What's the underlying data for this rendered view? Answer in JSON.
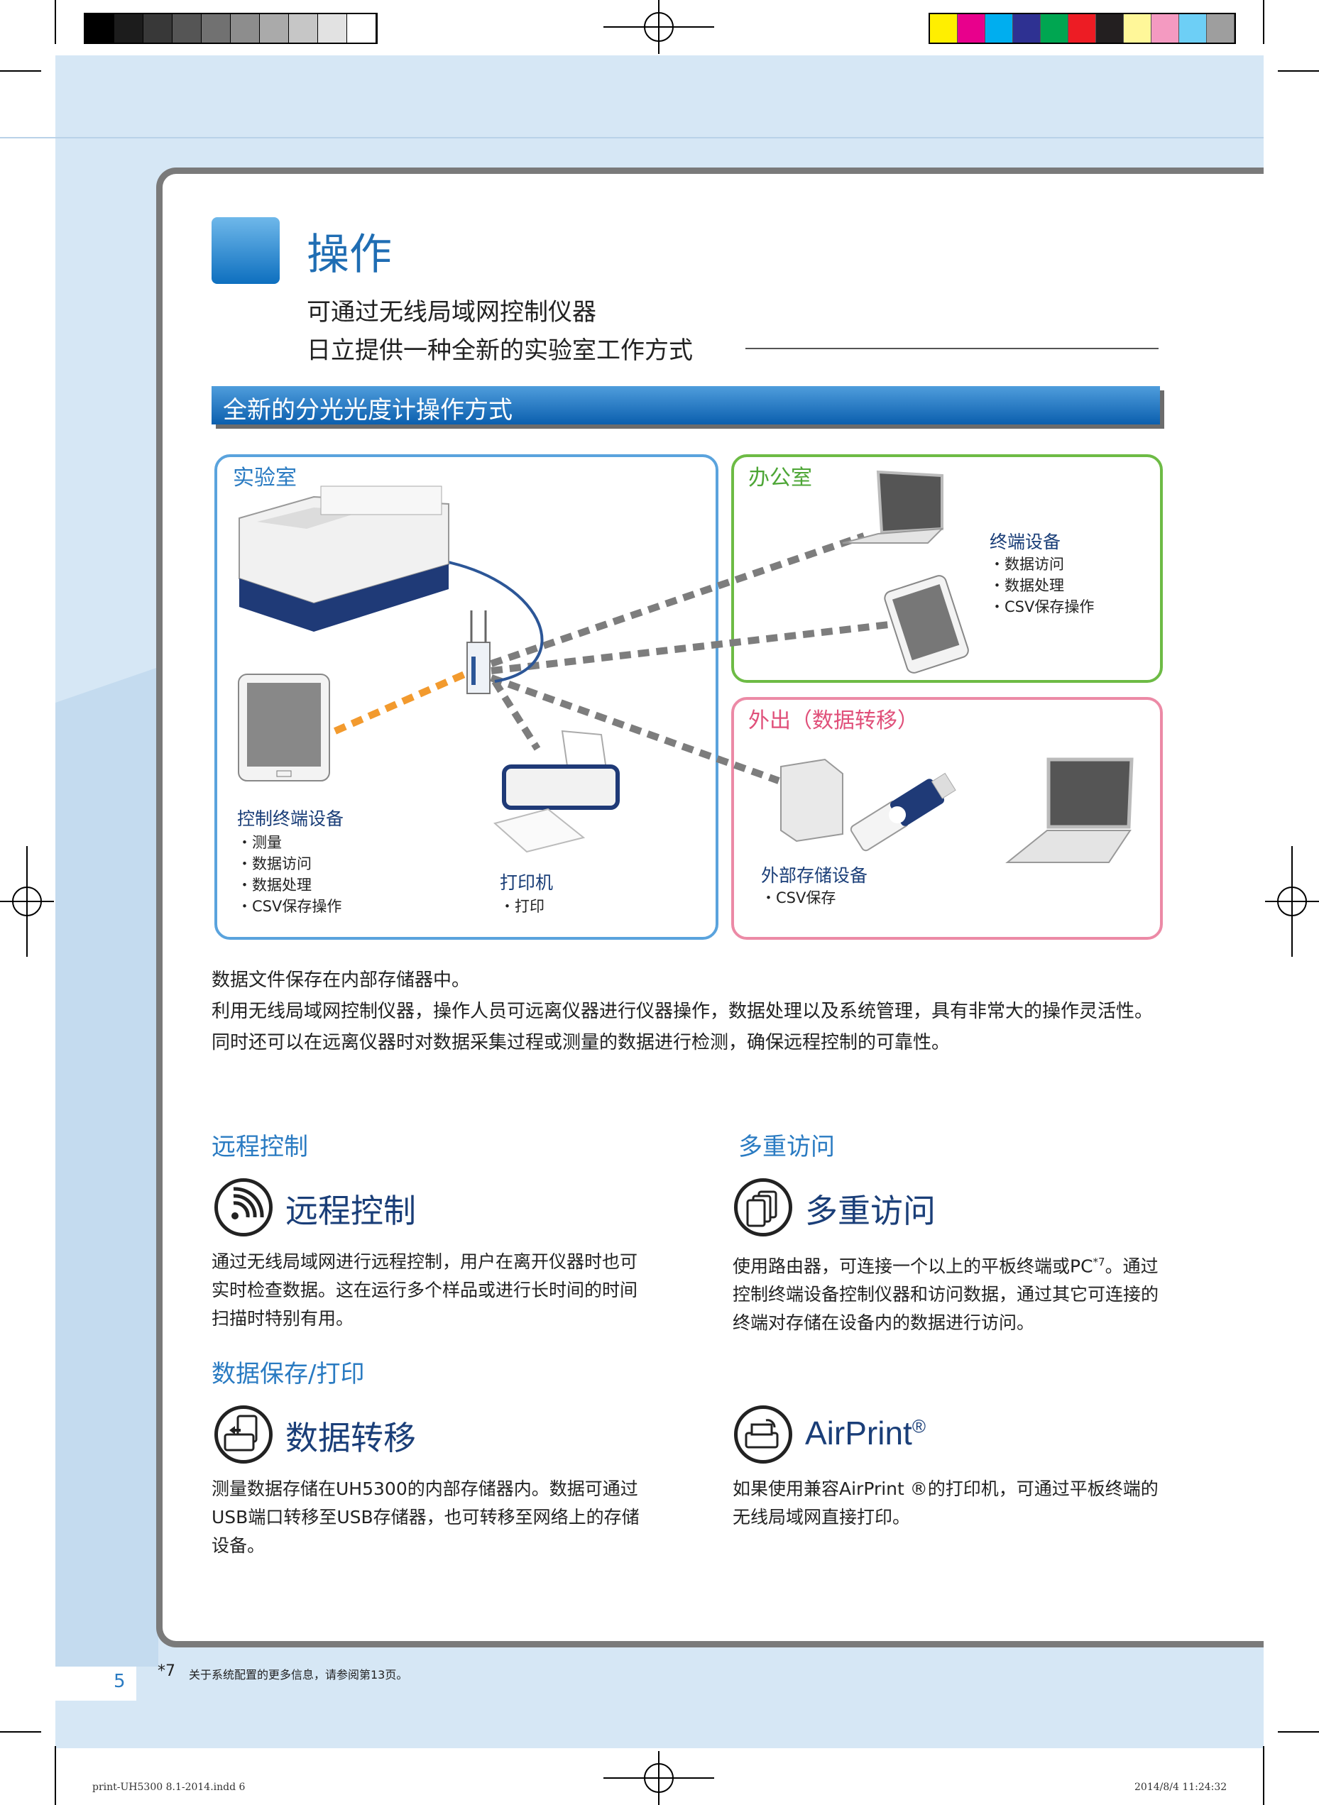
{
  "color_bar_right": [
    "#ffef00",
    "#e8008c",
    "#00aeef",
    "#2e3192",
    "#00a651",
    "#ed1c24",
    "#231f20",
    "#fff799",
    "#f49ac1",
    "#6dcff6",
    "#9e9e9e"
  ],
  "gray_bar": [
    "#000000",
    "#1c1c1c",
    "#383838",
    "#555555",
    "#717171",
    "#8d8d8d",
    "#aaaaaa",
    "#c6c6c6",
    "#e2e2e2",
    "#ffffff"
  ],
  "header": {
    "title": "操作",
    "subtitle_1": "可通过无线局域网控制仪器",
    "subtitle_2": "日立提供一种全新的实验室工作方式"
  },
  "banner": "全新的分光光度计操作方式",
  "diagram": {
    "lab": {
      "title": "实验室",
      "control_terminal": "控制终端设备",
      "control_bullets": "・测量\n・数据访问\n・数据处理\n・CSV保存操作",
      "printer": "打印机",
      "printer_bullets": "・打印"
    },
    "office": {
      "title": "办公室",
      "terminal": "终端设备",
      "terminal_bullets": "・数据访问\n・数据处理\n・CSV保存操作"
    },
    "outside": {
      "title": "外出（数据转移）",
      "storage": "外部存储设备",
      "storage_bullets": "・CSV保存"
    }
  },
  "paragraph": [
    "数据文件保存在内部存储器中。",
    "利用无线局域网控制仪器，操作人员可远离仪器进行仪器操作，数据处理以及系统管理，具有非常大的操作灵活性。",
    "同时还可以在远离仪器时对数据采集过程或测量的数据进行检测，确保远程控制的可靠性。"
  ],
  "features": {
    "remote": {
      "section": "远程控制",
      "title": "远程控制",
      "icon": "wifi-signal-icon",
      "body": "通过无线局域网进行远程控制，用户在离开仪器时也可实时检查数据。这在运行多个样品或进行长时间的时间扫描时特别有用。"
    },
    "multi": {
      "section": "多重访问",
      "title": "多重访问",
      "icon": "multi-tablet-icon",
      "body_1": "使用路由器，可连接一个以上的平板终端或PC",
      "body_sup": "*7",
      "body_2": "。通过控制终端设备控制仪器和访问数据，通过其它可连接的终端对存储在设备内的数据进行访问。"
    },
    "transfer": {
      "section": "数据保存/打印",
      "title": "数据转移",
      "icon": "data-transfer-icon",
      "body": "测量数据存储在UH5300的内部存储器内。数据可通过USB端口转移至USB存储器，也可转移至网络上的存储设备。"
    },
    "airprint": {
      "title": "AirPrint",
      "title_mark": "®",
      "icon": "printer-wifi-icon",
      "body": "如果使用兼容AirPrint ®的打印机，可通过平板终端的无线局域网直接打印。"
    }
  },
  "footnote_mark": "*7",
  "footnote": "关于系统配置的更多信息，请参阅第13页。",
  "page_number": "5",
  "slug_left": "print-UH5300 8.1-2014.indd   6",
  "slug_right": "2014/8/4   11:24:32"
}
